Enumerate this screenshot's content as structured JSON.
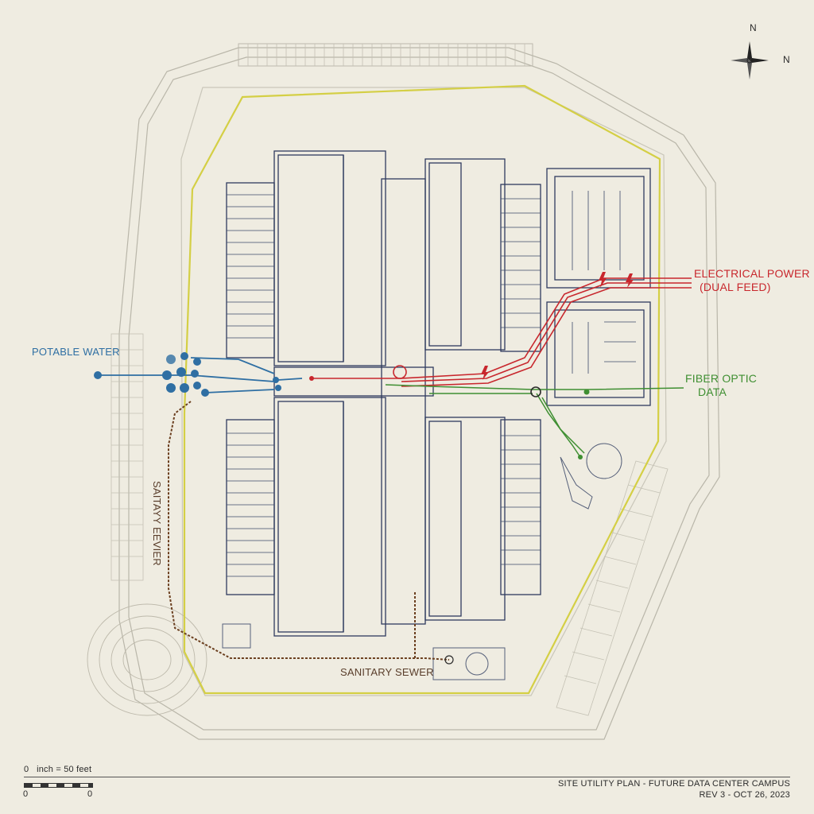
{
  "labels": {
    "potable_water": "POTABLE WATER",
    "electrical_line1": "ELECTRICAL POWER",
    "electrical_line2": "(DUAL FEED)",
    "fiber_line1": "FIBER OPTIC",
    "fiber_line2": "DATA",
    "sanitary_sewer_side": "SAITAYY EEVIER",
    "sanitary_sewer_bottom": "SANITARY SEWER"
  },
  "compass": {
    "north_top": "N",
    "north_right": "N",
    "icon": "compass-rose-icon"
  },
  "scale": {
    "text": "0   inch = 50 feet",
    "tick_left": "0",
    "tick_right": "0"
  },
  "title_block": {
    "title": "SITE UTILITY PLAN - FUTURE DATA CENTER CAMPUS",
    "revision": "REV 3 - OCT 26, 2023"
  },
  "colors": {
    "paper": "#efece1",
    "ink": "#2e3b5e",
    "boundary": "#d4cf45",
    "water": "#2f6fa3",
    "power": "#c8272d",
    "fiber": "#3f8f32",
    "sewer": "#6b3f1f"
  }
}
